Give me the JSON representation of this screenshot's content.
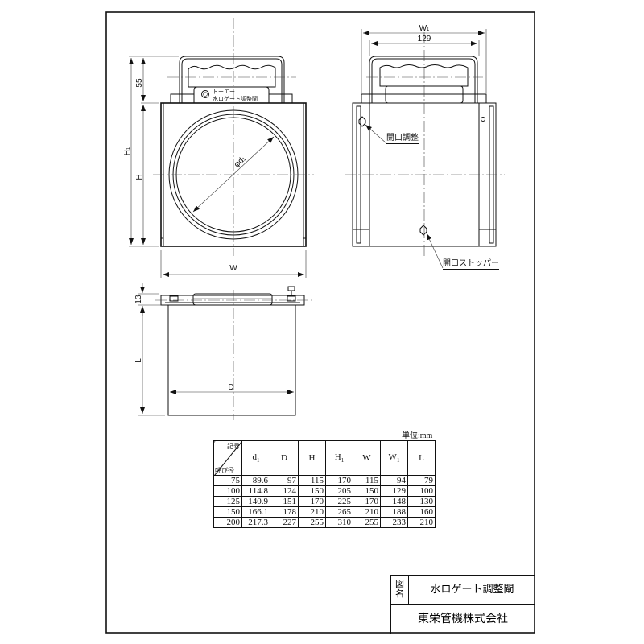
{
  "drawing": {
    "title_label": "図名",
    "title_label_top": "図",
    "title_label_bottom": "名",
    "title": "水ロゲート調整閘",
    "company": "東栄管機株式会社",
    "unit": "単位:mm"
  },
  "front_view": {
    "nameplate_line1": "トーエー",
    "nameplate_line2": "水ロゲート調整閘",
    "logo_icon": "circle-logo-icon",
    "dim_handle": "55",
    "dim_H1": "H",
    "dim_H1_sub": "1",
    "dim_H": "H",
    "dim_W": "W",
    "dim_d1": "φd",
    "dim_d1_sub": "1"
  },
  "side_view": {
    "dim_W1": "W",
    "dim_W1_sub": "1",
    "dim_129": "129",
    "callout_adjust": "開口調整",
    "callout_stopper": "開口ストッパー"
  },
  "bottom_view": {
    "dim_13": "13",
    "dim_L": "L",
    "dim_D": "D"
  },
  "table": {
    "corner_top": "記号",
    "corner_bottom": "呼び径",
    "headers": [
      "d1",
      "D",
      "H",
      "H1",
      "W",
      "W1",
      "L"
    ],
    "header_parts": [
      {
        "base": "d",
        "sub": "1"
      },
      {
        "base": "D",
        "sub": ""
      },
      {
        "base": "H",
        "sub": ""
      },
      {
        "base": "H",
        "sub": "1"
      },
      {
        "base": "W",
        "sub": ""
      },
      {
        "base": "W",
        "sub": "1"
      },
      {
        "base": "L",
        "sub": ""
      }
    ],
    "rows": [
      [
        "75",
        "89.6",
        "97",
        "115",
        "170",
        "115",
        "94",
        "79"
      ],
      [
        "100",
        "114.8",
        "124",
        "150",
        "205",
        "150",
        "129",
        "100"
      ],
      [
        "125",
        "140.9",
        "151",
        "170",
        "225",
        "170",
        "148",
        "130"
      ],
      [
        "150",
        "166.1",
        "178",
        "210",
        "265",
        "210",
        "188",
        "160"
      ],
      [
        "200",
        "217.3",
        "227",
        "255",
        "310",
        "255",
        "233",
        "210"
      ]
    ]
  }
}
